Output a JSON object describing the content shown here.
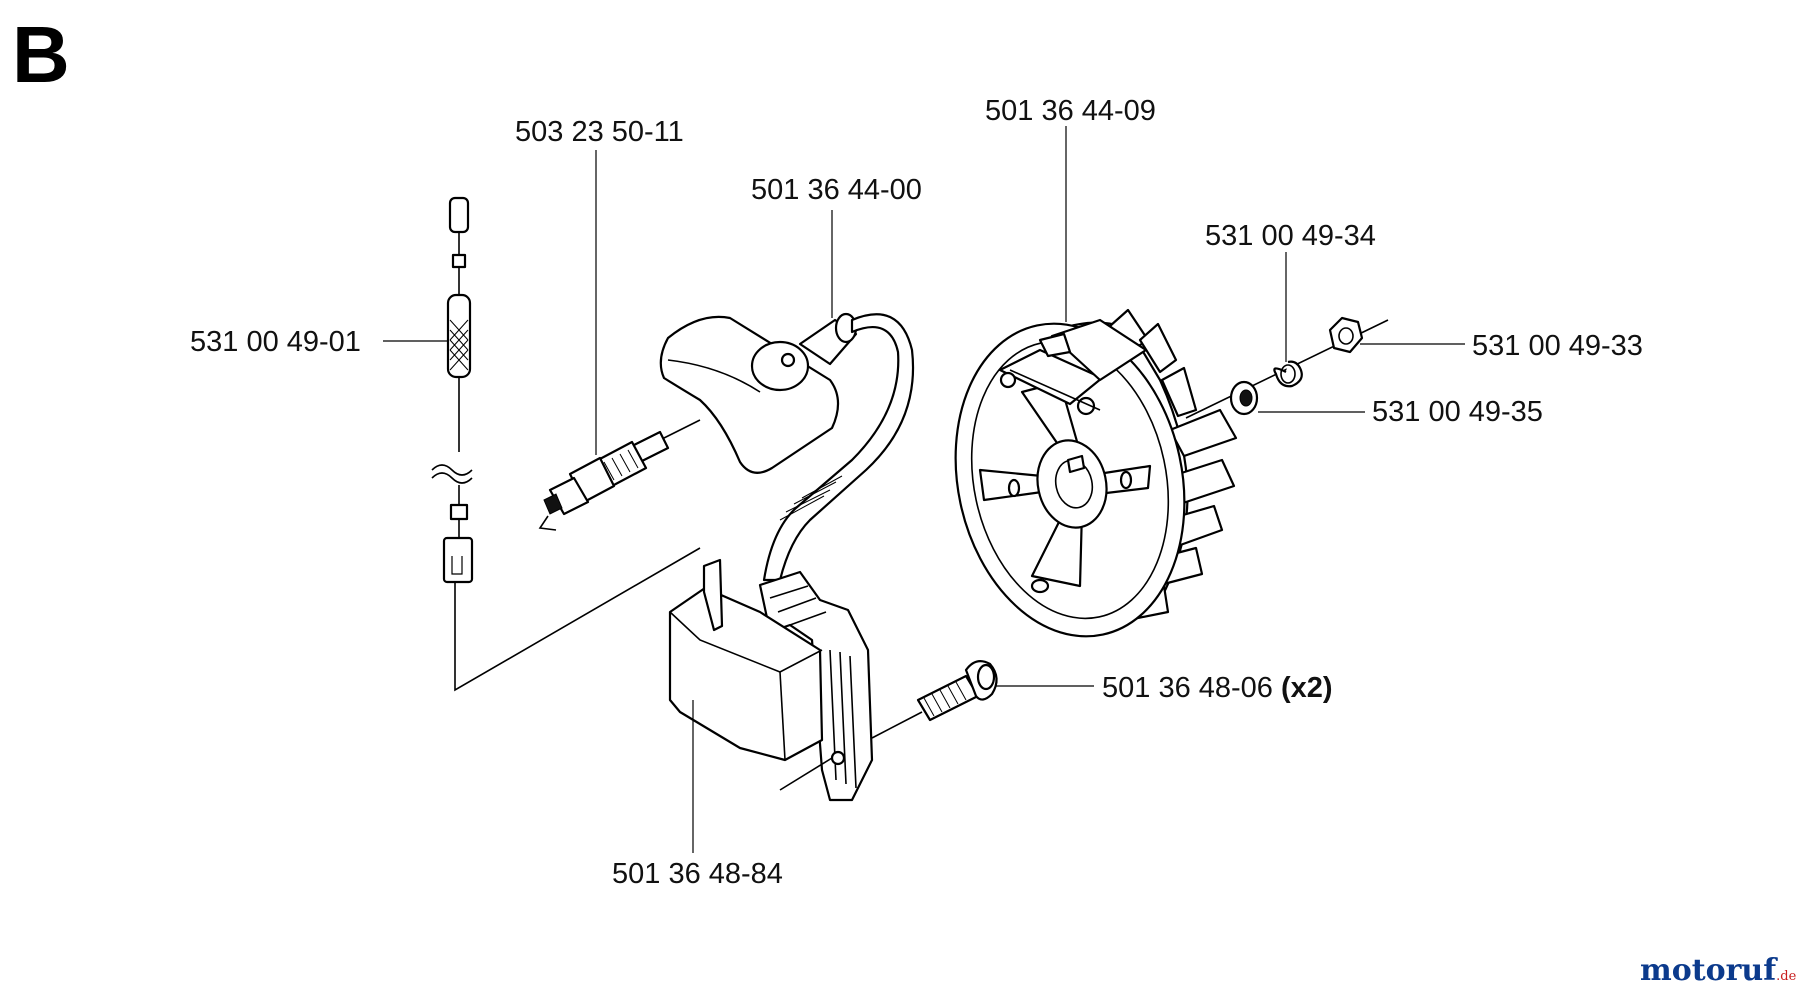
{
  "sheet_letter": "B",
  "callouts": {
    "ground_lead": "531 00 49-01",
    "spark_plug": "503 23 50-11",
    "plug_cap": "501 36 44-00",
    "flywheel": "501 36 44-09",
    "lock_washer": "531 00 49-34",
    "nut": "531 00 49-33",
    "washer": "531 00 49-35",
    "screw": "501 36 48-06",
    "screw_qty": "(x2)",
    "ignition_module": "501 36 48-84"
  },
  "watermark": {
    "brand": "motoruf",
    "suffix": ".de",
    "brand_color": "#0b3a8c",
    "accent_color": "#c81e1e"
  }
}
